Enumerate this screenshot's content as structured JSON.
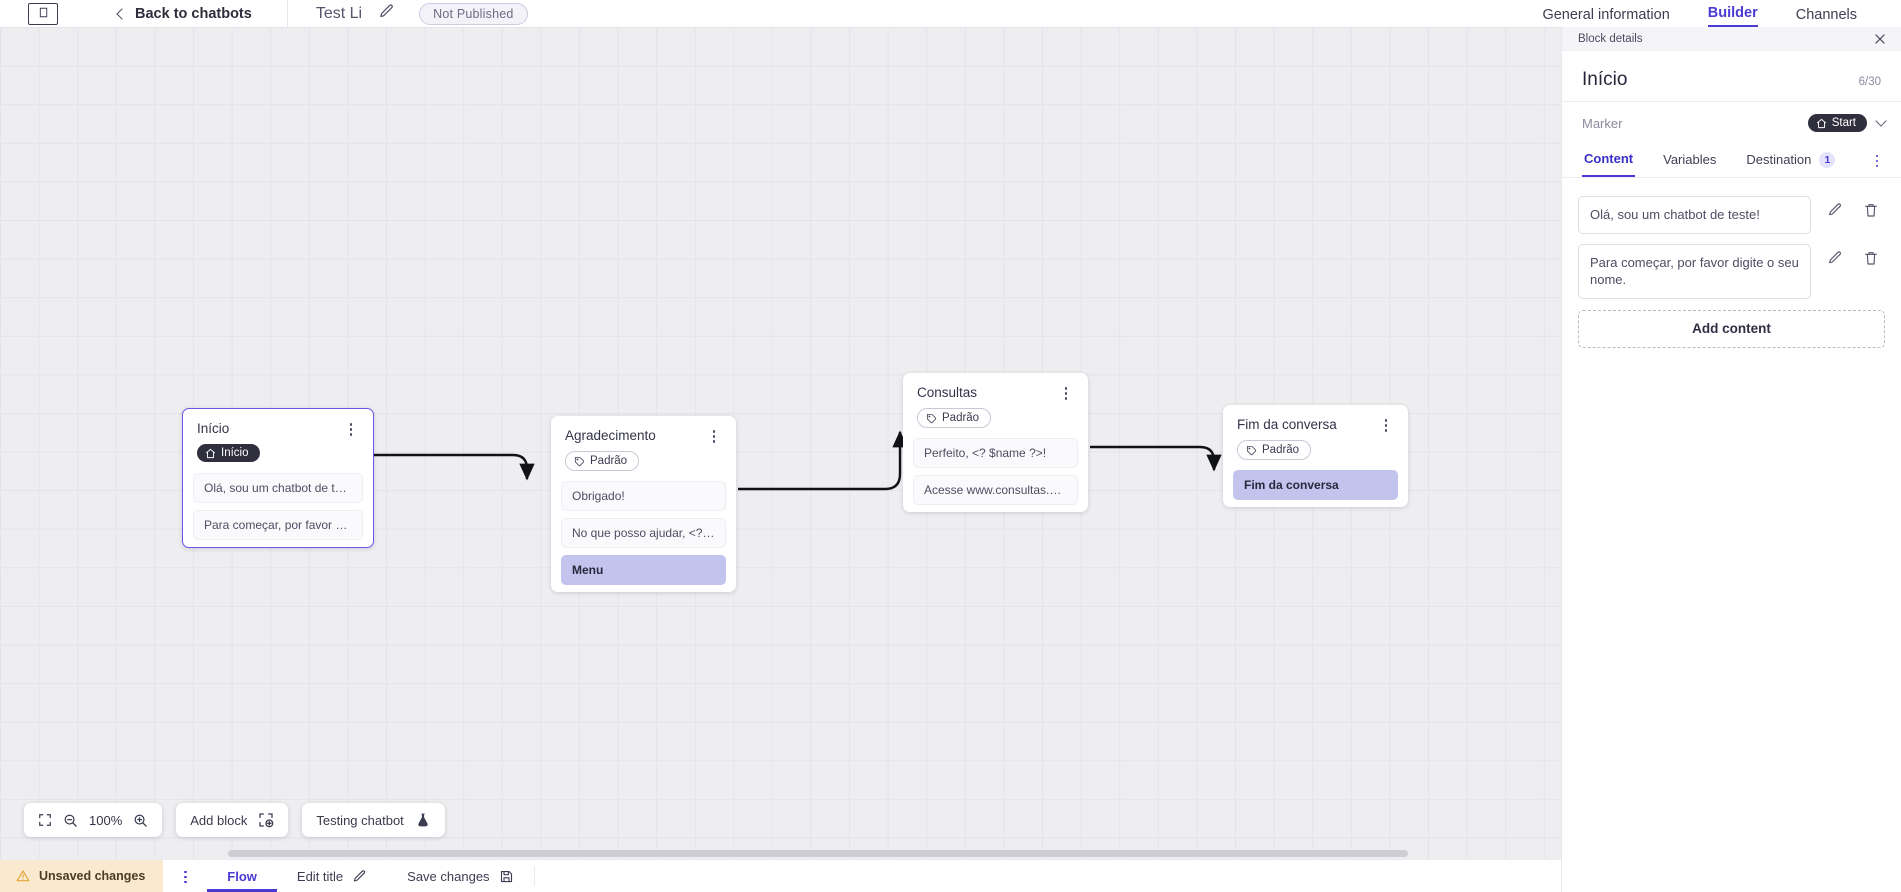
{
  "topbar": {
    "logo_icon": "app-logo-icon",
    "back_label": "Back to chatbots",
    "back_icon": "chevron-left-icon",
    "bot_title": "Test Li",
    "edit_title_icon": "pencil-icon",
    "status_pill": "Not Published",
    "nav": [
      {
        "label": "General information",
        "active": false
      },
      {
        "label": "Builder",
        "active": true
      },
      {
        "label": "Channels",
        "active": false
      }
    ]
  },
  "canvas": {
    "nodes": [
      {
        "title": "Início",
        "tag": {
          "label": "Início",
          "type": "start",
          "icon": "home-icon"
        },
        "messages": [
          {
            "text": "Olá, sou um chatbot de teste!",
            "highlight": false
          },
          {
            "text": "Para começar, por favor digite o ...",
            "highlight": false
          }
        ],
        "selected": true
      },
      {
        "title": "Agradecimento",
        "tag": {
          "label": "Padrão",
          "type": "padrao",
          "icon": "tag-icon"
        },
        "messages": [
          {
            "text": "Obrigado!",
            "highlight": false
          },
          {
            "text": "No que posso ajudar, <? $name ...",
            "highlight": false
          },
          {
            "text": "Menu",
            "highlight": true
          }
        ],
        "selected": false
      },
      {
        "title": "Consultas",
        "tag": {
          "label": "Padrão",
          "type": "padrao",
          "icon": "tag-icon"
        },
        "messages": [
          {
            "text": "Perfeito, <? $name ?>!",
            "highlight": false
          },
          {
            "text": "Acesse www.consultas.com par...",
            "highlight": false
          }
        ],
        "selected": false
      },
      {
        "title": "Fim da conversa",
        "tag": {
          "label": "Padrão",
          "type": "padrao",
          "icon": "tag-icon"
        },
        "messages": [
          {
            "text": "Fim da conversa",
            "highlight": true
          }
        ],
        "selected": false
      }
    ],
    "kebab_icon": "more-vertical-icon",
    "tools": {
      "fit_icon": "fit-screen-icon",
      "zoom_out_icon": "zoom-out-icon",
      "zoom_level": "100%",
      "zoom_in_icon": "zoom-in-icon",
      "add_block_label": "Add block",
      "add_block_icon": "add-block-icon",
      "testing_label": "Testing chatbot",
      "testing_icon": "flask-icon"
    }
  },
  "panel": {
    "strip_title": "Block details",
    "close_icon": "close-icon",
    "title": "Início",
    "counter": "6/30",
    "marker_label": "Marker",
    "marker_value": "Start",
    "marker_icon": "home-icon",
    "marker_chevron_icon": "chevron-down-icon",
    "tabs": [
      {
        "label": "Content",
        "active": true,
        "badge": null
      },
      {
        "label": "Variables",
        "active": false,
        "badge": null
      },
      {
        "label": "Destination",
        "active": false,
        "badge": "1"
      }
    ],
    "tabs_kebab_icon": "more-vertical-icon",
    "contents": [
      {
        "text": "Olá, sou um chatbot de teste!",
        "edit_icon": "pencil-icon",
        "delete_icon": "trash-icon"
      },
      {
        "text": "Para começar, por favor digite o seu nome.",
        "edit_icon": "pencil-icon",
        "delete_icon": "trash-icon"
      }
    ],
    "add_content_label": "Add content",
    "cursor_icon": "pointer-hand-cursor"
  },
  "bottombar": {
    "unsaved_label": "Unsaved changes",
    "warning_icon": "warning-triangle-icon",
    "kebab_icon": "more-vertical-icon",
    "flow_label": "Flow",
    "edit_title_label": "Edit title",
    "edit_title_icon": "pencil-icon",
    "save_label": "Save changes",
    "save_icon": "save-disk-icon"
  },
  "colors": {
    "accent": "#4b3bd4",
    "selected_node_border": "#6a57e8",
    "highlight_msg": "#c3c4ee",
    "unsaved_bg": "#fbe9cf",
    "canvas_bg": "#eeeef0"
  }
}
